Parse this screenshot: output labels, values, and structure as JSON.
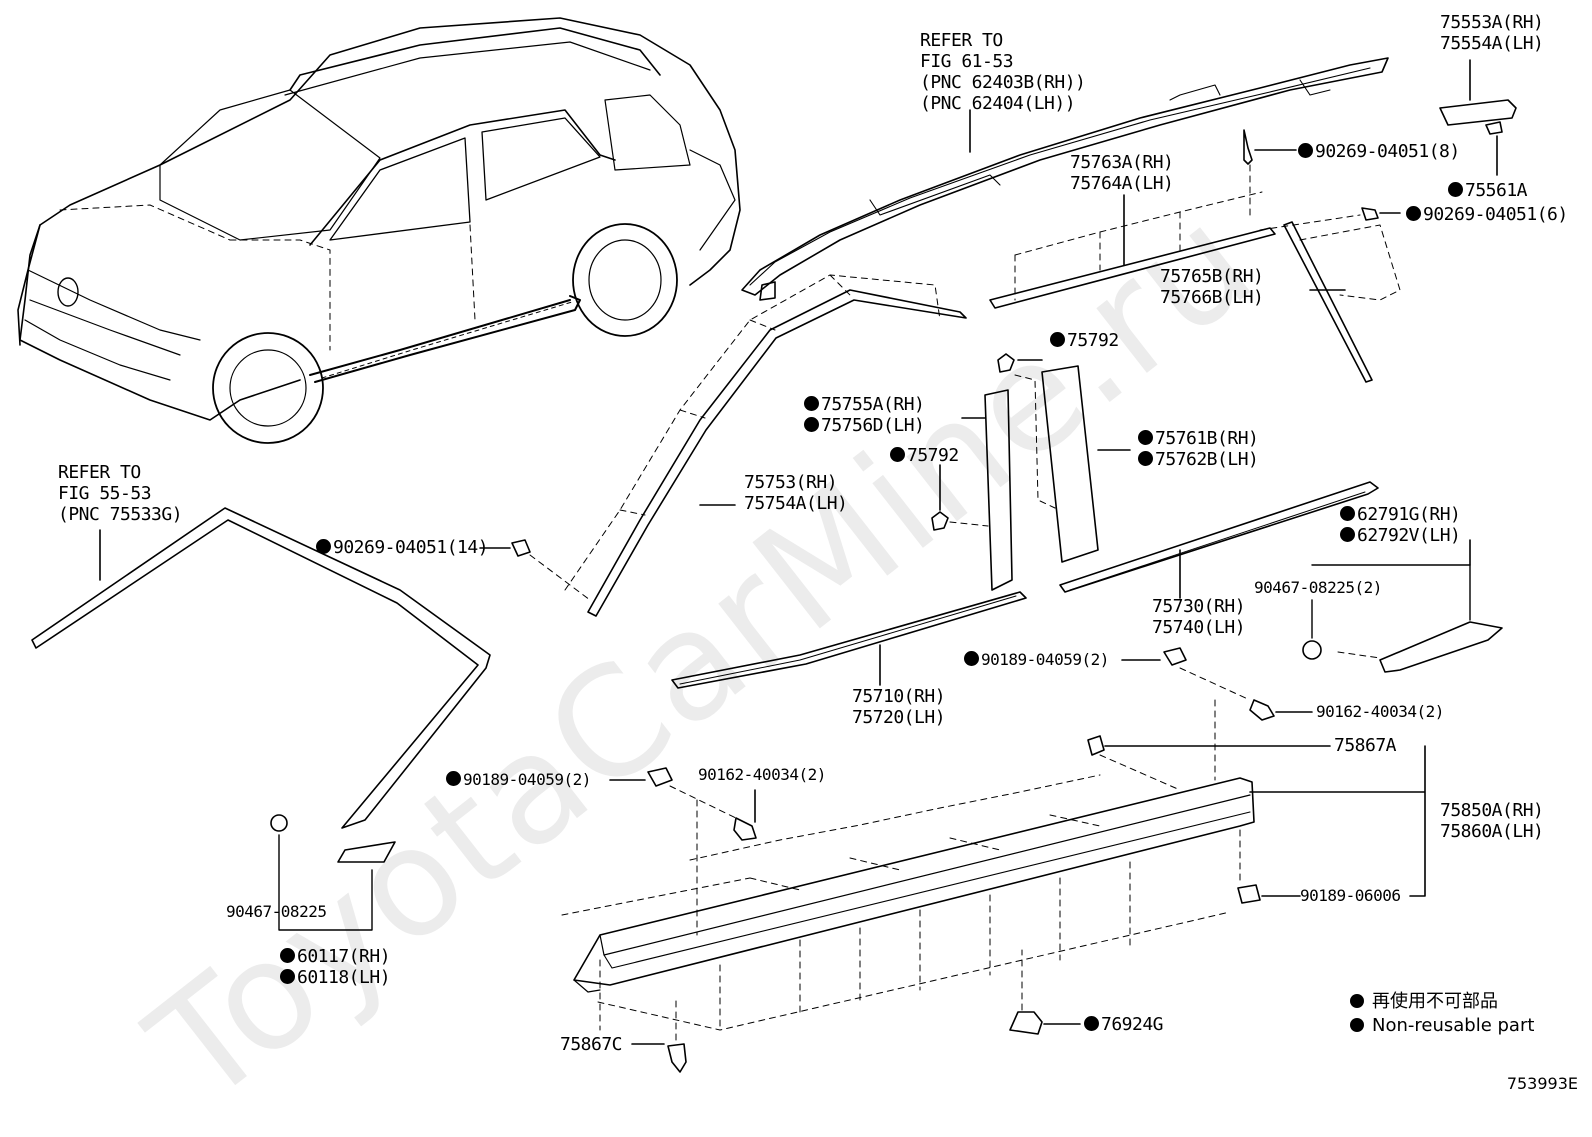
{
  "watermark": "ToyotaCarMine.ru",
  "figure_number": "753993E",
  "refer_top": {
    "line1": "REFER TO",
    "line2": "FIG 61-53",
    "line3": "(PNC 62403B(RH))",
    "line4": "(PNC 62404(LH))"
  },
  "refer_left": {
    "line1": "REFER TO",
    "line2": "FIG 55-53",
    "line3": "(PNC 75533G)"
  },
  "legend": {
    "jp": "再使用不可部品",
    "en": "Non-reusable part"
  },
  "parts": {
    "p75553A": "75553A(RH)",
    "p75554A": "75554A(LH)",
    "p90269_8": "90269-04051(8)",
    "p75561A": "75561A",
    "p90269_6": "90269-04051(6)",
    "p75763A": "75763A(RH)",
    "p75764A": "75764A(LH)",
    "p75765B": "75765B(RH)",
    "p75766B": "75766B(LH)",
    "p75792a": "75792",
    "p75755A": "75755A(RH)",
    "p75756D": "75756D(LH)",
    "p75792b": "75792",
    "p75761B": "75761B(RH)",
    "p75762B": "75762B(LH)",
    "p75753": "75753(RH)",
    "p75754A": "75754A(LH)",
    "p90269_14": "90269-04051(14)",
    "p62791G": "62791G(RH)",
    "p62792V": "62792V(LH)",
    "p90467_2": "90467-08225(2)",
    "p75730": "75730(RH)",
    "p75740": "75740(LH)",
    "p90189_2a": "90189-04059(2)",
    "p90162_2a": "90162-40034(2)",
    "p75710": "75710(RH)",
    "p75720": "75720(LH)",
    "p75867A": "75867A",
    "p90189_2b": "90189-04059(2)",
    "p90162_2b": "90162-40034(2)",
    "p75850A": "75850A(RH)",
    "p75860A": "75860A(LH)",
    "p90189_06006": "90189-06006",
    "p90467": "90467-08225",
    "p60117": "60117(RH)",
    "p60118": "60118(LH)",
    "p75867C": "75867C",
    "p76924G": "76924G"
  }
}
